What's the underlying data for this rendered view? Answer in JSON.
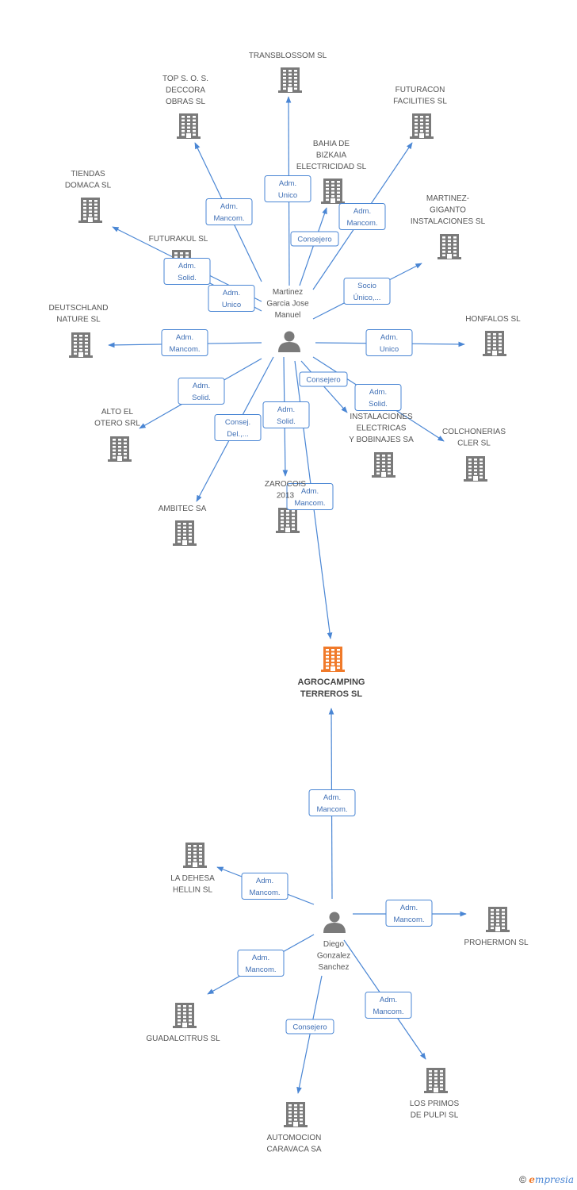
{
  "colors": {
    "edge": "#4a86d4",
    "company_icon": "#7a7a7a",
    "main_company_icon": "#f07a2a",
    "person_icon": "#7a7a7a"
  },
  "persons": [
    {
      "id": "p1",
      "label": [
        "Martinez",
        "Garcia Jose",
        "Manuel"
      ]
    },
    {
      "id": "p2",
      "label": [
        "Diego",
        "Gonzalez",
        "Sanchez"
      ]
    }
  ],
  "main_company": {
    "id": "main",
    "label": [
      "AGROCAMPING",
      "TERREROS SL"
    ]
  },
  "companies": [
    {
      "id": "transblossom",
      "label": [
        "TRANSBLOSSOM SL"
      ]
    },
    {
      "id": "topso",
      "label": [
        "TOP S.  O. S.",
        "DECCORA",
        "OBRAS SL"
      ]
    },
    {
      "id": "futuracon",
      "label": [
        "FUTURACON",
        "FACILITIES  SL"
      ]
    },
    {
      "id": "bahia",
      "label": [
        "BAHIA DE",
        "BIZKAIA",
        "ELECTRICIDAD SL"
      ]
    },
    {
      "id": "tiendas",
      "label": [
        "TIENDAS",
        "DOMACA SL"
      ]
    },
    {
      "id": "martinezgiganto",
      "label": [
        "MARTINEZ-",
        "GIGANTO",
        "INSTALACIONES SL"
      ]
    },
    {
      "id": "futurakul",
      "label": [
        "FUTURAKUL SL"
      ]
    },
    {
      "id": "deutschland",
      "label": [
        "DEUTSCHLAND",
        "NATURE SL"
      ]
    },
    {
      "id": "honfalos",
      "label": [
        "HONFALOS  SL"
      ]
    },
    {
      "id": "altoelotero",
      "label": [
        "ALTO EL",
        "OTERO SRL"
      ]
    },
    {
      "id": "instalaciones",
      "label": [
        "INSTALACIONES",
        "ELECTRICAS",
        "Y BOBINAJES SA"
      ]
    },
    {
      "id": "colchonerias",
      "label": [
        "COLCHONERIAS",
        "CLER SL"
      ]
    },
    {
      "id": "zarocois",
      "label": [
        "ZAROCOIS",
        "2013"
      ]
    },
    {
      "id": "ambitec",
      "label": [
        "AMBITEC SA"
      ]
    },
    {
      "id": "ladehesa",
      "label": [
        "LA DEHESA",
        "HELLIN SL"
      ]
    },
    {
      "id": "prohermon",
      "label": [
        "PROHERMON SL"
      ]
    },
    {
      "id": "guadalcitrus",
      "label": [
        "GUADALCITRUS SL"
      ]
    },
    {
      "id": "losprimos",
      "label": [
        "LOS PRIMOS",
        "DE PULPI SL"
      ]
    },
    {
      "id": "automocion",
      "label": [
        "AUTOMOCION",
        "CARAVACA SA"
      ]
    }
  ],
  "relations": [
    {
      "from": "p1",
      "to": "transblossom",
      "label": [
        "Adm.",
        "Unico"
      ]
    },
    {
      "from": "p1",
      "to": "topso",
      "label": [
        "Adm.",
        "Mancom."
      ]
    },
    {
      "from": "p1",
      "to": "futuracon",
      "label": [
        "Adm.",
        "Mancom."
      ]
    },
    {
      "from": "p1",
      "to": "bahia",
      "label": [
        "Consejero"
      ]
    },
    {
      "from": "p1",
      "to": "tiendas",
      "label": [
        "Adm.",
        "Solid."
      ]
    },
    {
      "from": "p1",
      "to": "futurakul",
      "label": [
        "Adm.",
        "Unico"
      ]
    },
    {
      "from": "p1",
      "to": "martinezgiganto",
      "label": [
        "Socio",
        "Único,..."
      ]
    },
    {
      "from": "p1",
      "to": "deutschland",
      "label": [
        "Adm.",
        "Mancom."
      ]
    },
    {
      "from": "p1",
      "to": "honfalos",
      "label": [
        "Adm.",
        "Unico"
      ]
    },
    {
      "from": "p1",
      "to": "altoelotero",
      "label": [
        "Adm.",
        "Solid."
      ]
    },
    {
      "from": "p1",
      "to": "instalaciones",
      "label": [
        "Consejero"
      ]
    },
    {
      "from": "p1",
      "to": "colchonerias",
      "label": [
        "Adm.",
        "Solid."
      ]
    },
    {
      "from": "p1",
      "to": "zarocois",
      "label": [
        "Adm.",
        "Solid."
      ]
    },
    {
      "from": "p1",
      "to": "ambitec",
      "label": [
        "Consej.",
        "Del.,..."
      ]
    },
    {
      "from": "p1",
      "to": "main",
      "label": [
        "Adm.",
        "Mancom."
      ]
    },
    {
      "from": "p2",
      "to": "main",
      "label": [
        "Adm.",
        "Mancom."
      ]
    },
    {
      "from": "p2",
      "to": "ladehesa",
      "label": [
        "Adm.",
        "Mancom."
      ]
    },
    {
      "from": "p2",
      "to": "prohermon",
      "label": [
        "Adm.",
        "Mancom."
      ]
    },
    {
      "from": "p2",
      "to": "guadalcitrus",
      "label": [
        "Adm.",
        "Mancom."
      ]
    },
    {
      "from": "p2",
      "to": "losprimos",
      "label": [
        "Adm.",
        "Mancom."
      ]
    },
    {
      "from": "p2",
      "to": "automocion",
      "label": [
        "Consejero"
      ]
    }
  ],
  "footer": {
    "copyright": "©",
    "brand_e": "e",
    "brand_rest": "mpresia"
  }
}
